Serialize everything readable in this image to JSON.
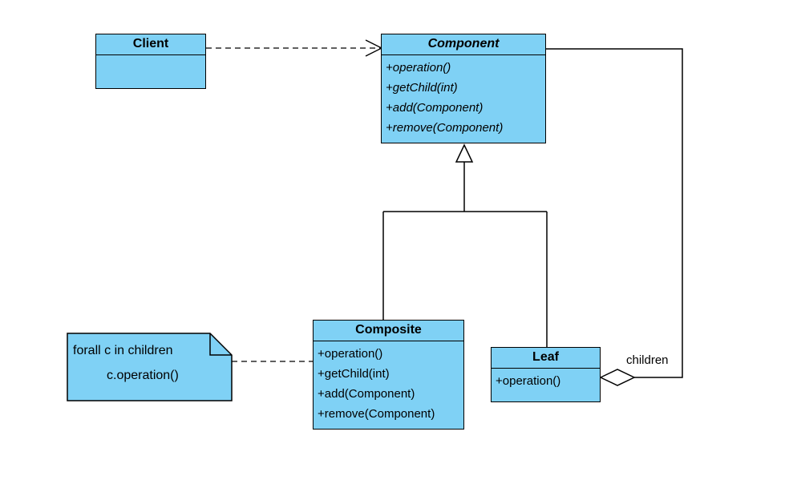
{
  "classes": {
    "client": {
      "name": "Client",
      "operations": []
    },
    "component": {
      "name": "Component",
      "abstract": true,
      "operations": [
        "+operation()",
        "+getChild(int)",
        "+add(Component)",
        "+remove(Component)"
      ]
    },
    "composite": {
      "name": "Composite",
      "operations": [
        "+operation()",
        "+getChild(int)",
        "+add(Component)",
        "+remove(Component)"
      ]
    },
    "leaf": {
      "name": "Leaf",
      "operations": [
        "+operation()"
      ]
    }
  },
  "note": {
    "line1": "forall c in children",
    "line2": "c.operation()"
  },
  "association": {
    "role_label": "children"
  },
  "colors": {
    "class_fill": "#7fd1f5",
    "stroke": "#000000",
    "background": "#ffffff"
  }
}
